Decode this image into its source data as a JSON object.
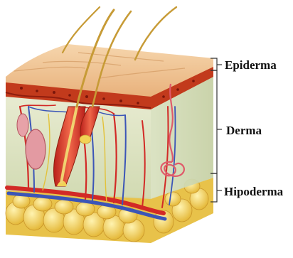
{
  "labels": {
    "epidermis": "Epiderma",
    "dermis": "Derma",
    "hypodermis": "Hipoderma"
  },
  "colors": {
    "epidermis_top": "#f3c89a",
    "epidermis_band": "#c23a1c",
    "dermis": "#dfe6c8",
    "hypodermis_fat": "#f2d255",
    "artery": "#d22a26",
    "vein": "#3b55b7",
    "hair": "#c79b36",
    "follicle": "#e0413a",
    "bracket_line": "#333333"
  }
}
